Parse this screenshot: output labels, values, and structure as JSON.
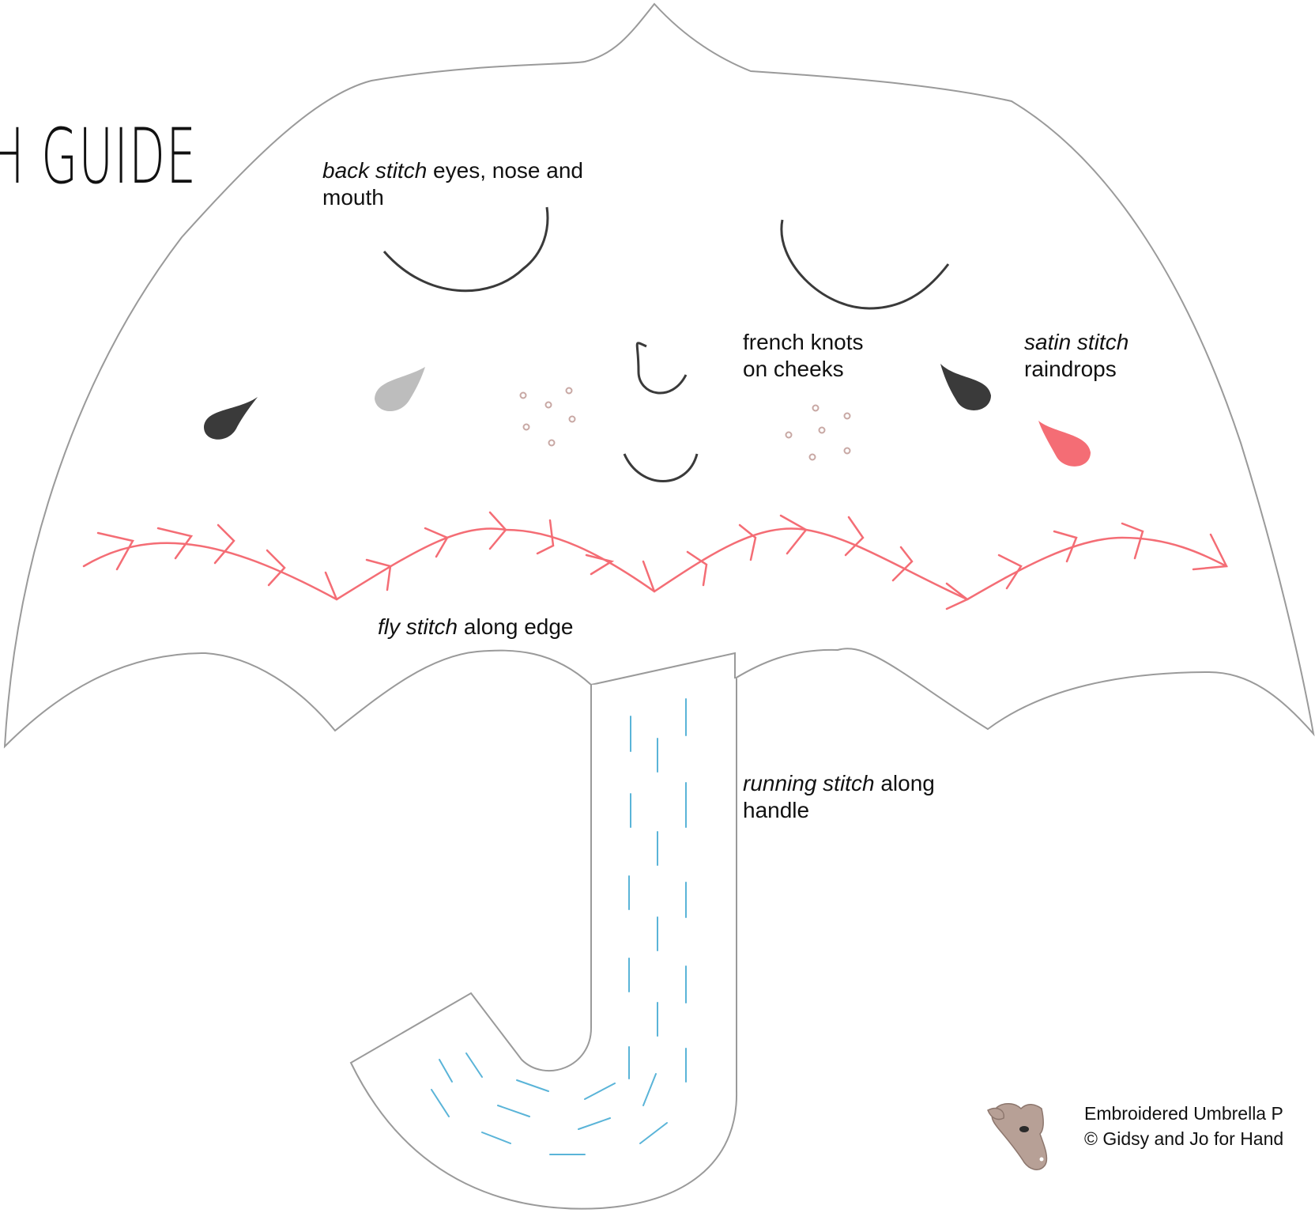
{
  "title": "H GUIDE",
  "labels": {
    "back_stitch_em": "back stitch",
    "back_stitch_rest": " eyes, nose and",
    "back_stitch_line2": "mouth",
    "french_knots_line1": "french knots",
    "french_knots_line2": "on cheeks",
    "satin_em": "satin stitch",
    "satin_line2": "raindrops",
    "fly_em": "fly stitch",
    "fly_rest": " along edge",
    "running_em": "running stitch",
    "running_rest": " along",
    "running_line2": "handle"
  },
  "footer": {
    "line1": "Embroidered Umbrella P",
    "line2": "© Gidsy and Jo for Hand"
  },
  "icons": {
    "logo": "giraffe-head-icon"
  },
  "colors": {
    "outline": "#9a9a9a",
    "face": "#3a3a3a",
    "fly_stitch": "#f46d75",
    "running_stitch": "#5ab4d8",
    "raindrop_dark": "#3a3a3a",
    "raindrop_grey": "#bdbdbd",
    "raindrop_pink": "#f46d75",
    "knots": "#c8a8a4"
  }
}
